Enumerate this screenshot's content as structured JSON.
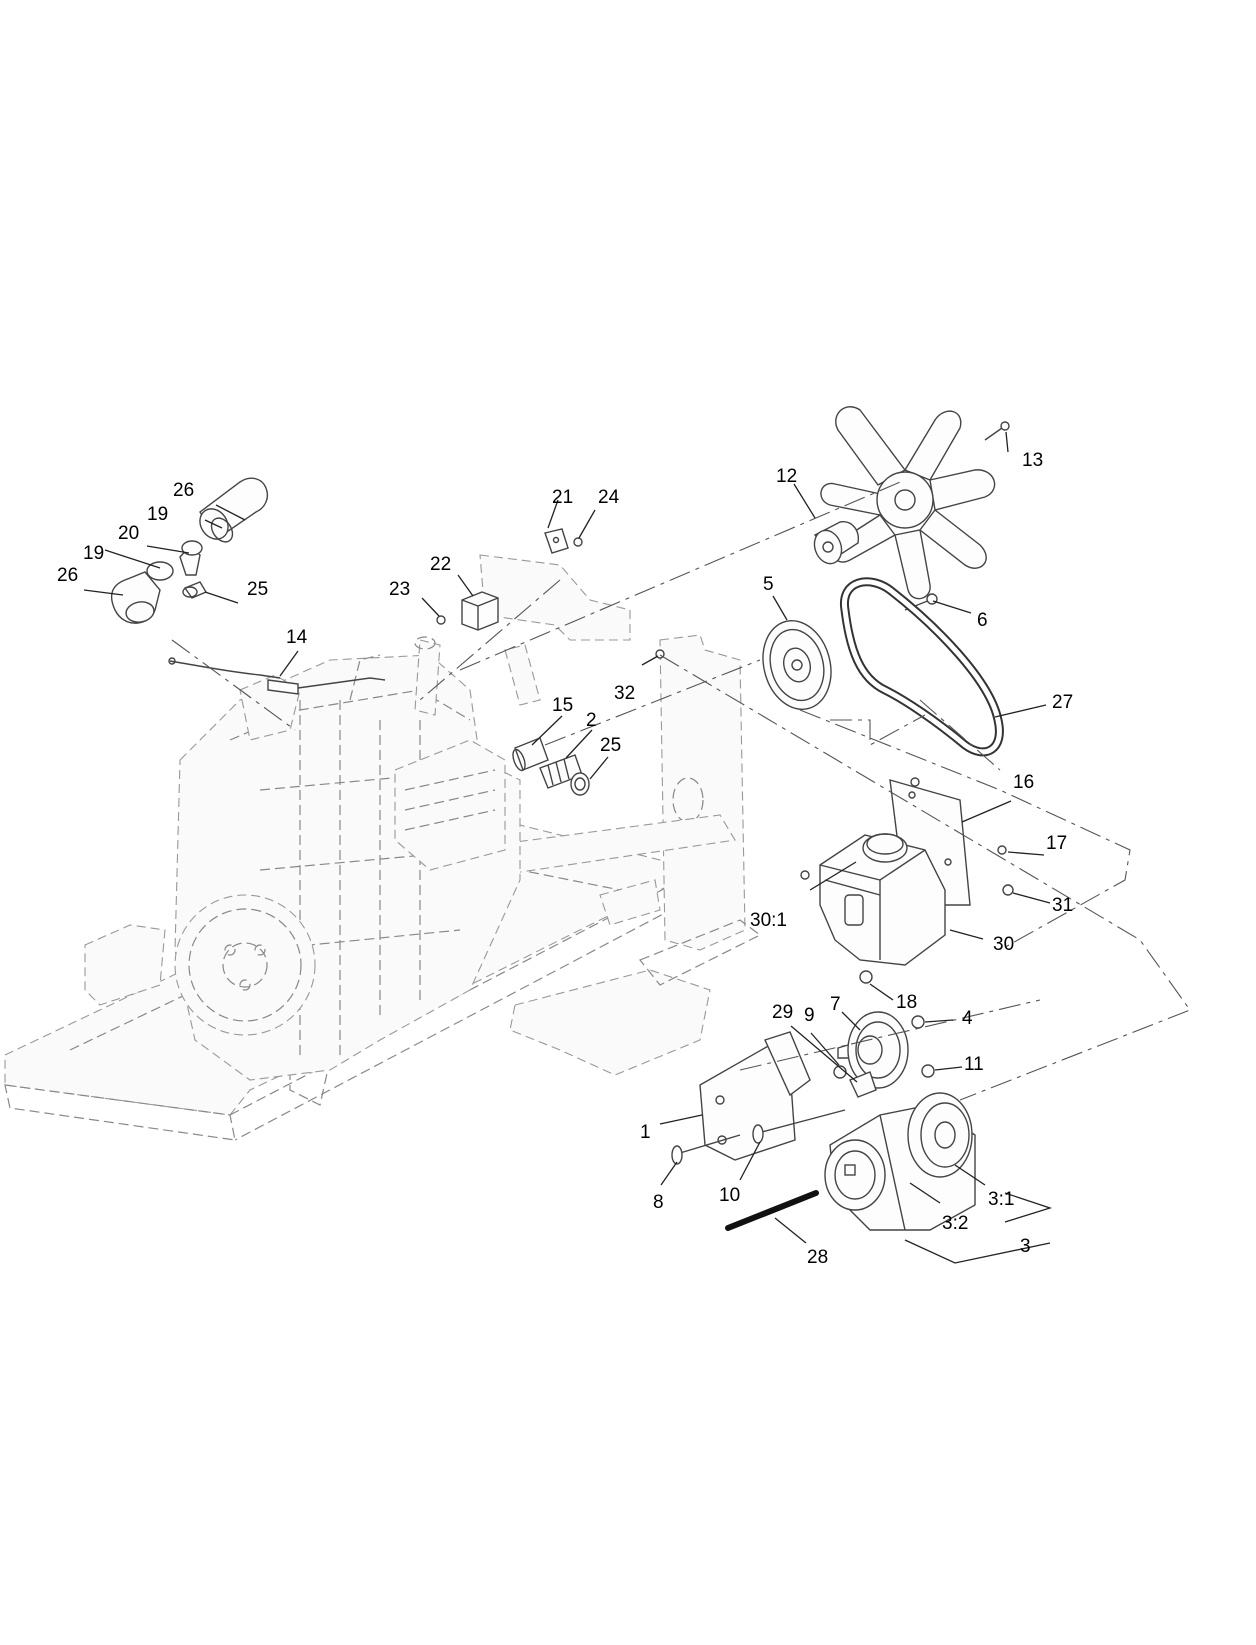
{
  "callouts": {
    "c1": "1",
    "c2": "2",
    "c3": "3",
    "c3_1": "3:1",
    "c3_2": "3:2",
    "c4": "4",
    "c5": "5",
    "c6": "6",
    "c7": "7",
    "c8": "8",
    "c9": "9",
    "c10": "10",
    "c11": "11",
    "c12": "12",
    "c13": "13",
    "c14": "14",
    "c15": "15",
    "c16": "16",
    "c17": "17",
    "c18": "18",
    "c19a": "19",
    "c19b": "19",
    "c20": "20",
    "c21": "21",
    "c22": "22",
    "c23": "23",
    "c24": "24",
    "c25a": "25",
    "c25b": "25",
    "c26a": "26",
    "c26b": "26",
    "c27": "27",
    "c28": "28",
    "c29": "29",
    "c30": "30",
    "c30_1": "30:1",
    "c31": "31",
    "c32": "32"
  }
}
